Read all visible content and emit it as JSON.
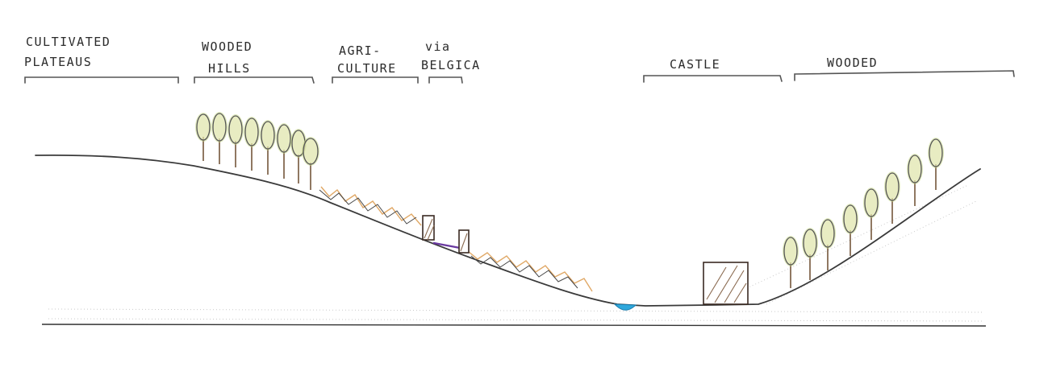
{
  "labels": {
    "cultivated_plateaus_line1": "CULTIVATED",
    "cultivated_plateaus_line2": "PLATEAUS",
    "wooded_hills_line1": "WOODED",
    "wooded_hills_line2": "HILLS",
    "agriculture_line1": "AGRI-",
    "agriculture_line2": "CULTURE",
    "via_belgica_line1": "via",
    "via_belgica_line2": "BELGICA",
    "castle": "CASTLE",
    "wooded": "WOODED"
  },
  "colors": {
    "tree_foliage": "#c8d98a",
    "agriculture_hatch": "#e0a866",
    "via_belgica_path": "#6a3aa0",
    "river": "#2fa8dc",
    "castle_hatch": "#8a6a50"
  }
}
